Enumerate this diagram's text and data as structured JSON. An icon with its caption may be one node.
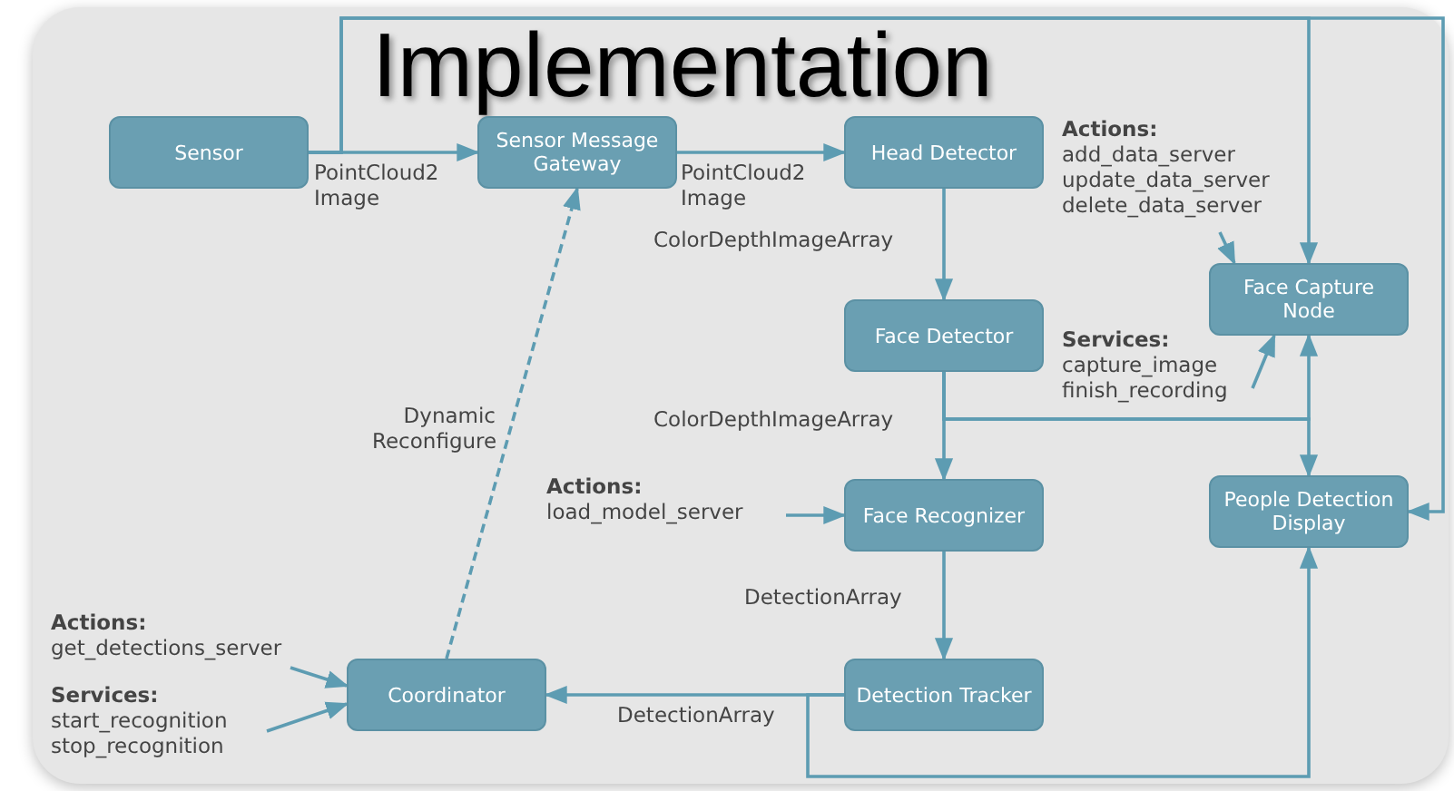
{
  "diagram": {
    "title": "Implementation",
    "nodes": [
      {
        "text": [
          "Sensor"
        ]
      },
      {
        "text": [
          "Sensor Message Gateway"
        ]
      },
      {
        "text": [
          "Head Detector"
        ]
      },
      {
        "text": [
          "Face Detector"
        ]
      },
      {
        "text": [
          "Face Capture Node"
        ]
      },
      {
        "text": [
          "Face Recognizer"
        ]
      },
      {
        "text": [
          "People Detection Display"
        ]
      },
      {
        "text": [
          "Detection Tracker"
        ]
      },
      {
        "text": [
          "Coordinator"
        ]
      },
      {
        "text": [
          "Actions:",
          "add_data_server update_data_server delete_data_server"
        ]
      },
      {
        "text": [
          "Services:",
          "capture_image finish_recording"
        ]
      },
      {
        "text": [
          "Actions:",
          "load_model_server"
        ]
      },
      {
        "text": [
          "Actions:",
          "get_detections_server"
        ]
      },
      {
        "text": [
          "Services:",
          "start_recognition stop_recognition"
        ]
      }
    ],
    "edges": [
      {
        "from": 0,
        "to": 1,
        "arrow": "to",
        "label": "PointCloud2 Image"
      },
      {
        "from": 1,
        "to": 2,
        "arrow": "to",
        "label": "PointCloud2 Image"
      },
      {
        "from": 2,
        "to": 3,
        "arrow": "to",
        "label": "ColorDepthImageArray"
      },
      {
        "from": 3,
        "to": 5,
        "arrow": "to",
        "label": "ColorDepthImageArray"
      },
      {
        "from": 0,
        "to": 4,
        "arrow": "to"
      },
      {
        "from": 0,
        "to": 6,
        "arrow": "to"
      },
      {
        "from": 3,
        "to": 4,
        "arrow": "to"
      },
      {
        "from": 3,
        "to": 6,
        "arrow": "to"
      },
      {
        "from": 5,
        "to": 7,
        "arrow": "to",
        "label": "DetectionArray"
      },
      {
        "from": 7,
        "to": 8,
        "arrow": "to",
        "label": "DetectionArray"
      },
      {
        "from": 7,
        "to": 6,
        "arrow": "to"
      },
      {
        "from": 8,
        "to": 1,
        "arrow": "to",
        "label": "Dynamic Reconfigure",
        "style": "dashed"
      },
      {
        "from": 11,
        "to": 5,
        "arrow": "to"
      },
      {
        "from": 9,
        "to": 4,
        "arrow": "to"
      },
      {
        "from": 10,
        "to": 4,
        "arrow": "to"
      },
      {
        "from": 12,
        "to": 8,
        "arrow": "to"
      },
      {
        "from": 13,
        "to": 8,
        "arrow": "to"
      }
    ]
  }
}
